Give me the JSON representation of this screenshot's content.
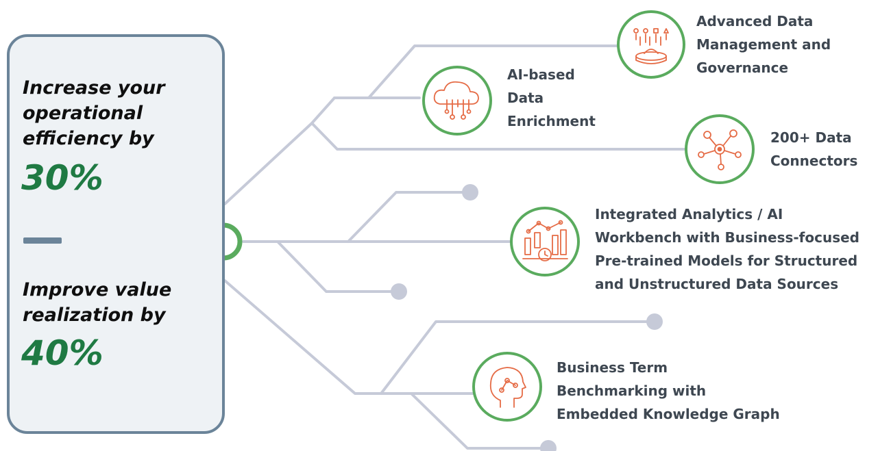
{
  "left_panel": {
    "stat1_lines": [
      "Increase your",
      "operational",
      "efficiency by"
    ],
    "stat1_value": "30%",
    "stat2_lines": [
      "Improve value",
      "realization by"
    ],
    "stat2_value": "40%"
  },
  "features": [
    {
      "icon": "data-governance-icon",
      "lines": [
        "Advanced Data",
        "Management and",
        "Governance"
      ]
    },
    {
      "icon": "cloud-enrichment-icon",
      "lines": [
        "AI-based",
        "Data",
        "Enrichment"
      ]
    },
    {
      "icon": "connectors-network-icon",
      "lines": [
        "200+ Data",
        "Connectors"
      ]
    },
    {
      "icon": "analytics-chart-icon",
      "lines": [
        "Integrated Analytics / AI",
        "Workbench with Business-focused",
        "Pre-trained Models for Structured",
        "and Unstructured Data Sources"
      ]
    },
    {
      "icon": "knowledge-head-icon",
      "lines": [
        "Business Term",
        "Benchmarking with",
        "Embedded Knowledge Graph"
      ]
    }
  ],
  "colors": {
    "branch": "#c6cad8",
    "circle_border": "#5aab5e",
    "icon": "#e56b45",
    "panel_border": "#6b8499",
    "panel_bg": "#eef2f5",
    "percent": "#1f7a43",
    "label": "#3e4751"
  }
}
